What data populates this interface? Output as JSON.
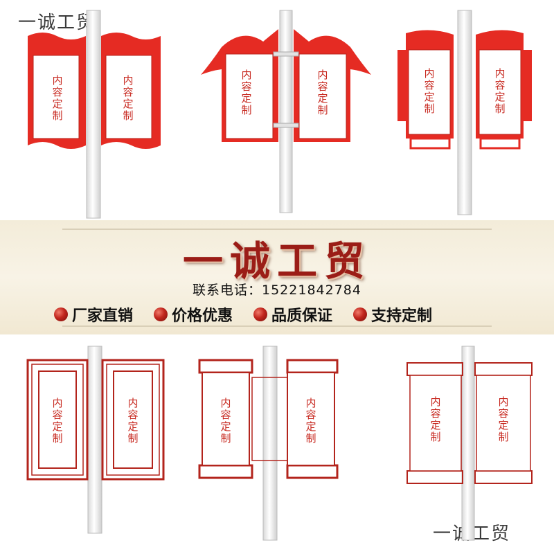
{
  "watermark": {
    "top_left": "一诚工贸",
    "bottom_right": "一诚工贸"
  },
  "panel_label": [
    "内",
    "容",
    "定",
    "制"
  ],
  "banner": {
    "brand": "一诚工贸",
    "contact": "联系电话：15221842784",
    "features": [
      "厂家直销",
      "价格优惠",
      "品质保证",
      "支持定制"
    ]
  },
  "colors": {
    "red": "#e52b23",
    "dark_red": "#b3241c",
    "text_red": "#c7281f",
    "band": "#f3ecd9"
  }
}
